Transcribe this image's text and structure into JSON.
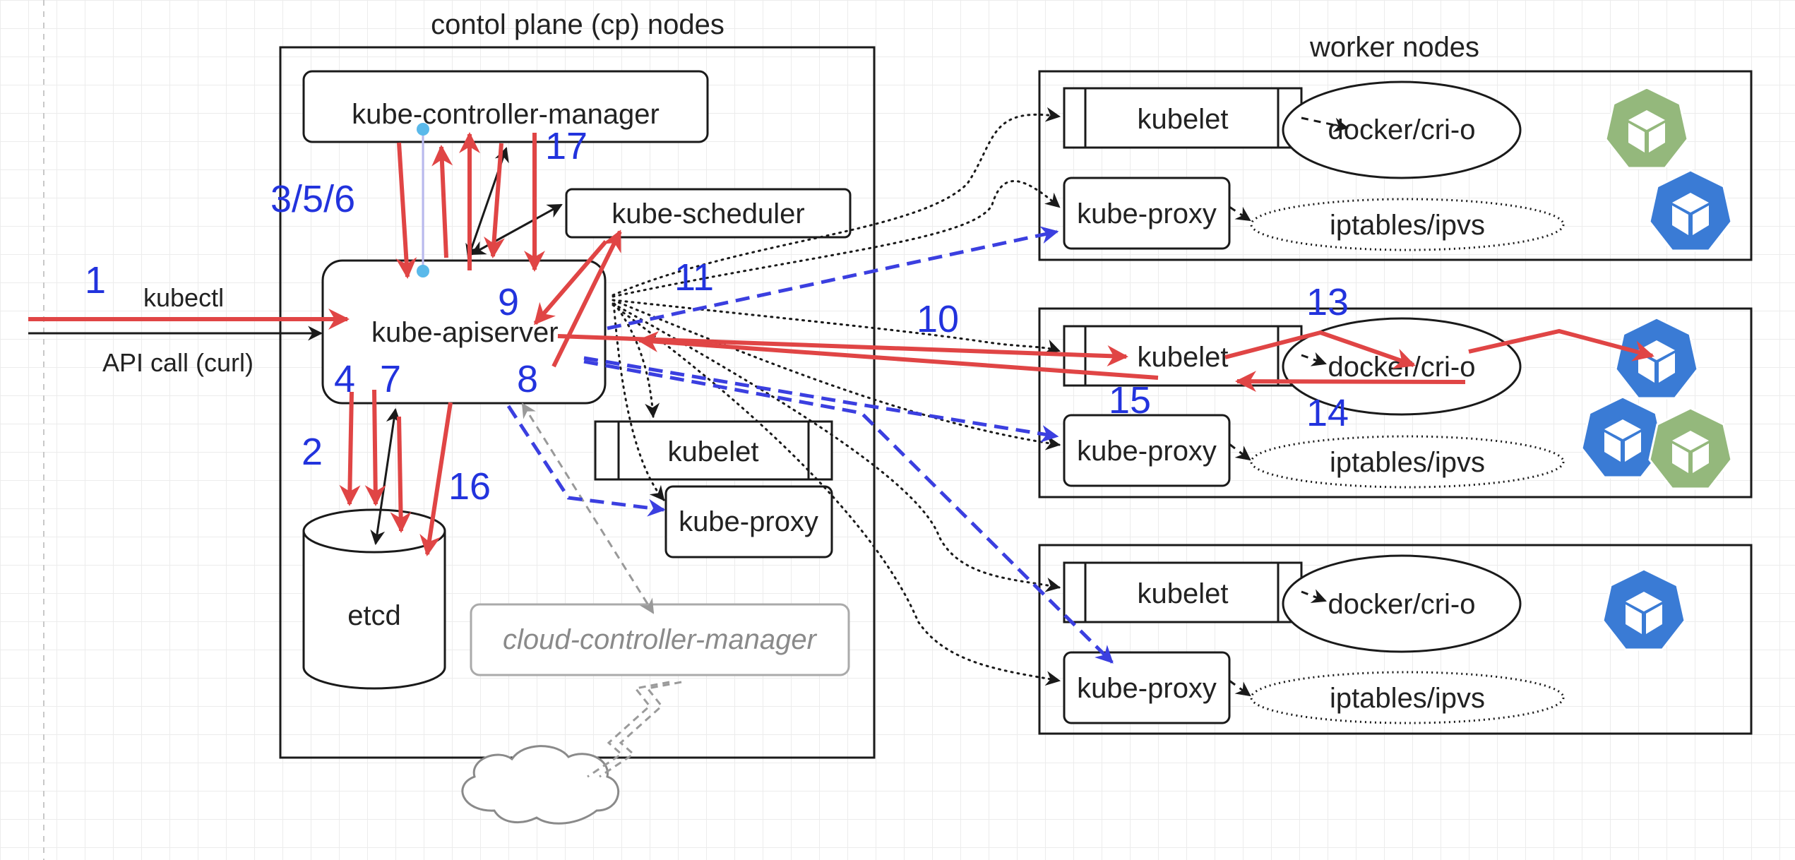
{
  "cp_title": "contol plane (cp) nodes",
  "worker_title": "worker nodes",
  "cp": {
    "controller_manager": "kube-controller-manager",
    "scheduler": "kube-scheduler",
    "apiserver": "kube-apiserver",
    "etcd": "etcd",
    "kubelet": "kubelet",
    "kube_proxy": "kube-proxy",
    "cloud_controller_manager": "cloud-controller-manager"
  },
  "clients": {
    "kubectl": "kubectl",
    "api_call": "API call (curl)"
  },
  "workers": [
    {
      "kubelet": "kubelet",
      "kube_proxy": "kube-proxy",
      "runtime": "docker/cri-o",
      "proxy_mode": "iptables/ipvs"
    },
    {
      "kubelet": "kubelet",
      "kube_proxy": "kube-proxy",
      "runtime": "docker/cri-o",
      "proxy_mode": "iptables/ipvs"
    },
    {
      "kubelet": "kubelet",
      "kube_proxy": "kube-proxy",
      "runtime": "docker/cri-o",
      "proxy_mode": "iptables/ipvs"
    }
  ],
  "steps": {
    "s1": "1",
    "s2": "2",
    "s356": "3/5/6",
    "s4": "4",
    "s7": "7",
    "s8": "8",
    "s9": "9",
    "s10": "10",
    "s11": "11",
    "s13": "13",
    "s14": "14",
    "s15": "15",
    "s16": "16",
    "s17": "17"
  },
  "colors": {
    "request_arrow": "#e04545",
    "proxy_update_arrow": "#3b3fe0",
    "step_number": "#2233dd",
    "pod_blue": "#3a7bd5",
    "pod_green": "#94b87c"
  },
  "icons": [
    "pod-icon",
    "cloud-icon"
  ]
}
